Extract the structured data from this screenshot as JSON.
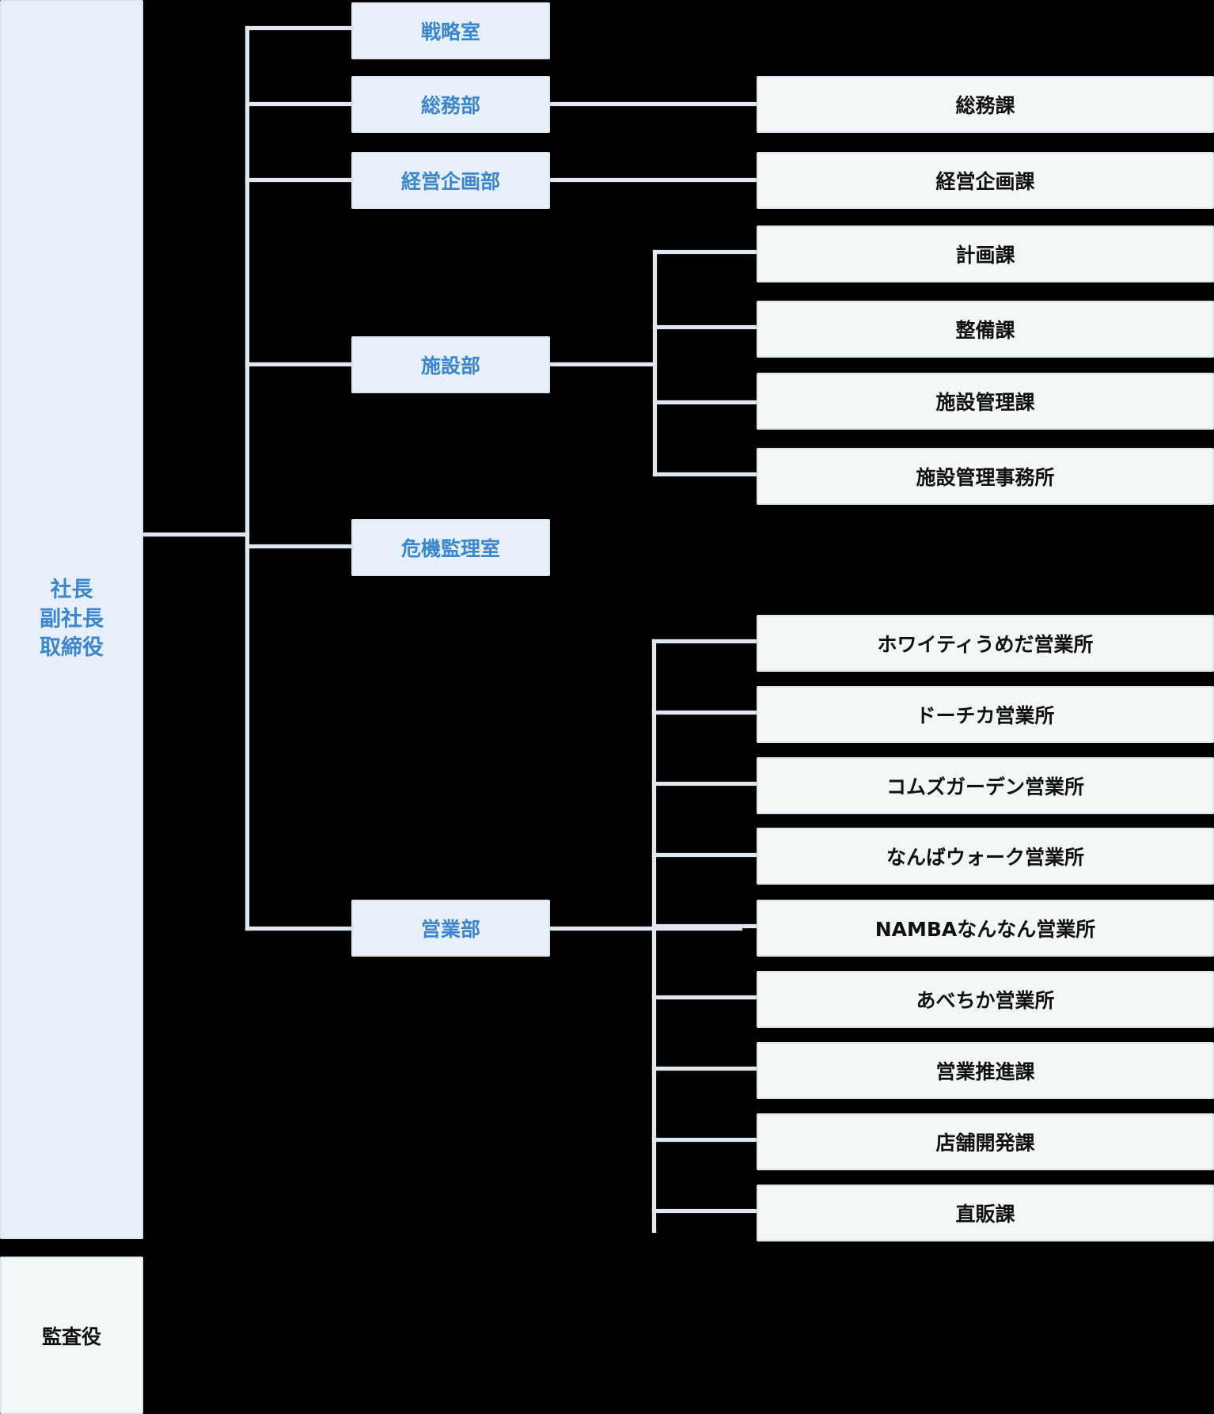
{
  "chart_data": {
    "type": "diagram",
    "title": "組織図",
    "diagram_kind": "organization-chart",
    "orientation": "left-to-right",
    "levels": [
      "executive",
      "department",
      "section"
    ],
    "colors": {
      "background": "#000000",
      "executive_fill": "#e7f0f8",
      "executive_text": "#3b86cf",
      "section_fill": "#f4f7f8",
      "section_text": "#111111",
      "border": "#dde6ef",
      "connector": "#dfe7f0"
    },
    "nodes": {
      "executive": [
        "社長",
        "副社長",
        "取締役"
      ],
      "auditor": "監査役",
      "departments": [
        "戦略室",
        "総務部",
        "経営企画部",
        "施設部",
        "危機監理室",
        "営業部"
      ],
      "sections": [
        "総務課",
        "経営企画課",
        "計画課",
        "整備課",
        "施設管理課",
        "施設管理事務所",
        "ホワイティうめだ営業所",
        "ドーチカ営業所",
        "コムズガーデン営業所",
        "なんばウォーク営業所",
        "NAMBAなんなん営業所",
        "あべちか営業所",
        "営業推進課",
        "店舗開発課",
        "直販課"
      ]
    },
    "edges": [
      {
        "from": "社長・副社長・取締役",
        "to": "戦略室"
      },
      {
        "from": "社長・副社長・取締役",
        "to": "総務部"
      },
      {
        "from": "社長・副社長・取締役",
        "to": "経営企画部"
      },
      {
        "from": "社長・副社長・取締役",
        "to": "施設部"
      },
      {
        "from": "社長・副社長・取締役",
        "to": "危機監理室"
      },
      {
        "from": "社長・副社長・取締役",
        "to": "営業部"
      },
      {
        "from": "総務部",
        "to": "総務課"
      },
      {
        "from": "経営企画部",
        "to": "経営企画課"
      },
      {
        "from": "施設部",
        "to": "計画課"
      },
      {
        "from": "施設部",
        "to": "整備課"
      },
      {
        "from": "施設部",
        "to": "施設管理課"
      },
      {
        "from": "施設部",
        "to": "施設管理事務所"
      },
      {
        "from": "営業部",
        "to": "ホワイティうめだ営業所"
      },
      {
        "from": "営業部",
        "to": "ドーチカ営業所"
      },
      {
        "from": "営業部",
        "to": "コムズガーデン営業所"
      },
      {
        "from": "営業部",
        "to": "なんばウォーク営業所"
      },
      {
        "from": "営業部",
        "to": "NAMBAなんなん営業所"
      },
      {
        "from": "営業部",
        "to": "あべちか営業所"
      },
      {
        "from": "営業部",
        "to": "営業推進課"
      },
      {
        "from": "営業部",
        "to": "店舗開発課"
      },
      {
        "from": "営業部",
        "to": "直販課"
      }
    ]
  },
  "executive": {
    "line1": "社長",
    "line2": "副社長",
    "line3": "取締役"
  },
  "auditor": {
    "label": "監査役"
  },
  "departments": [
    {
      "label": "戦略室"
    },
    {
      "label": "総務部"
    },
    {
      "label": "経営企画部"
    },
    {
      "label": "施設部"
    },
    {
      "label": "危機監理室"
    },
    {
      "label": "営業部"
    }
  ],
  "sections": [
    {
      "label": "総務課"
    },
    {
      "label": "経営企画課"
    },
    {
      "label": "計画課"
    },
    {
      "label": "整備課"
    },
    {
      "label": "施設管理課"
    },
    {
      "label": "施設管理事務所"
    },
    {
      "label": "ホワイティうめだ営業所"
    },
    {
      "label": "ドーチカ営業所"
    },
    {
      "label": "コムズガーデン営業所"
    },
    {
      "label": "なんばウォーク営業所"
    },
    {
      "label": "NAMBAなんなん営業所"
    },
    {
      "label": "あべちか営業所"
    },
    {
      "label": "営業推進課"
    },
    {
      "label": "店舗開発課"
    },
    {
      "label": "直販課"
    }
  ]
}
